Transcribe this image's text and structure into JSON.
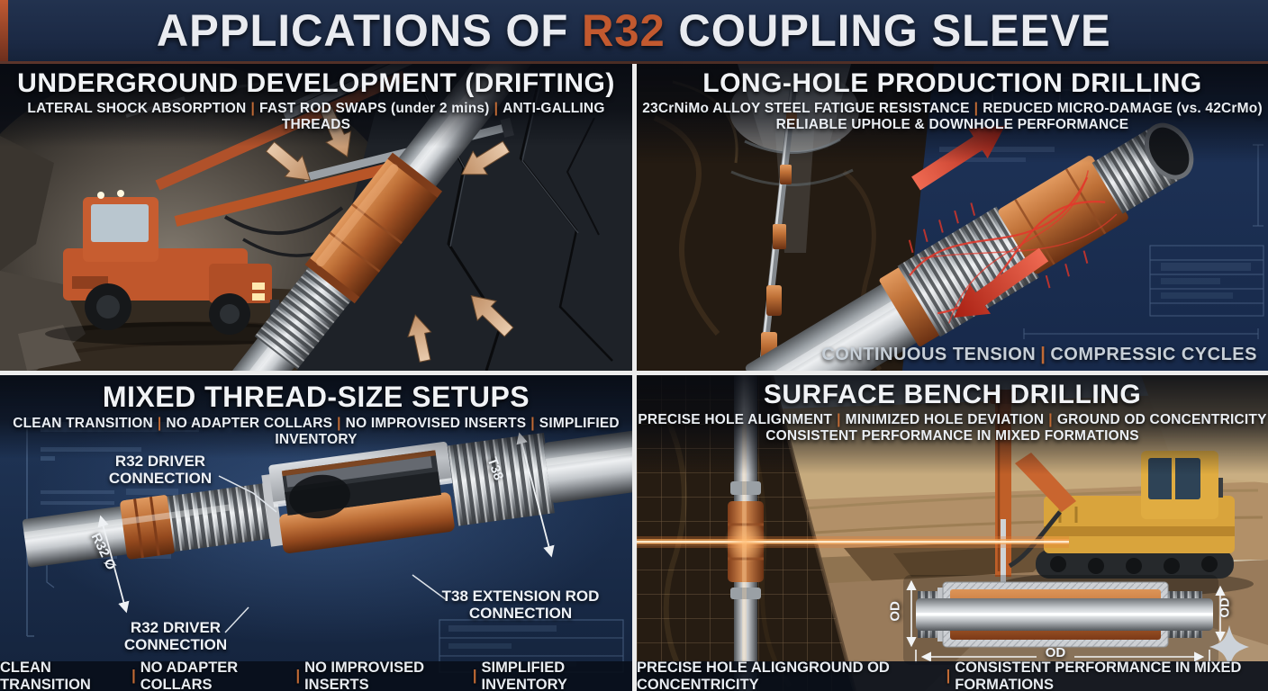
{
  "sep": "|",
  "title": {
    "prefix": "APPLICATIONS OF",
    "highlight": "R32",
    "suffix": "COUPLING SLEEVE"
  },
  "colors": {
    "accent": "#c2592f",
    "background": "#1d2c47",
    "copper": "#b4642f",
    "steel": "#c7cbd0",
    "alert_red": "#cf3a2a"
  },
  "quadrants": {
    "underground": {
      "title": "UNDERGROUND DEVELOPMENT (DRIFTING)",
      "features": [
        "LATERAL SHOCK ABSORPTION",
        "FAST ROD SWAPS (under 2 mins)",
        "ANTI-GALLING THREADS"
      ]
    },
    "longhole": {
      "title": "LONG-HOLE PRODUCTION DRILLING",
      "features_line1": [
        "23CrNiMo ALLOY STEEL FATIGUE RESISTANCE",
        "REDUCED MICRO-DAMAGE (vs. 42CrMo)"
      ],
      "features_line2": "RELIABLE UPHOLE & DOWNHOLE PERFORMANCE",
      "caption": [
        "CONTINUOUS TENSION",
        "COMPRESSIC CYCLES"
      ]
    },
    "mixed_thread": {
      "title": "MIXED THREAD-SIZE SETUPS",
      "features": [
        "CLEAN TRANSITION",
        "NO ADAPTER COLLARS",
        "NO IMPROVISED INSERTS",
        "SIMPLIFIED INVENTORY"
      ],
      "labels": {
        "driver_top_line1": "R32 DRIVER",
        "driver_top_line2": "CONNECTION",
        "r32_diameter": "R32 Ø",
        "t38_dimension": "T38",
        "t38_ext_line1": "T38 EXTENSION ROD",
        "t38_ext_line2": "CONNECTION",
        "driver_bottom_line1": "R32 DRIVER",
        "driver_bottom_line2": "CONNECTION"
      },
      "footer": [
        "CLEAN TRANSITION",
        "NO ADAPTER COLLARS",
        "NO IMPROVISED INSERTS",
        "SIMPLIFIED INVENTORY"
      ]
    },
    "surface": {
      "title": "SURFACE BENCH DRILLING",
      "features_line1": [
        "PRECISE HOLE ALIGNMENT",
        "MINIMIZED HOLE DEVIATION",
        "GROUND OD CONCENTRICITY"
      ],
      "features_line2": "CONSISTENT PERFORMANCE IN MIXED FORMATIONS",
      "labels": {
        "od_left": "OD",
        "od_right": "OD",
        "od_bottom": "OD"
      },
      "footer": [
        "PRECISE HOLE ALIGNGROUND OD CONCENTRICITY",
        "CONSISTENT PERFORMANCE IN MIXED FORMATIONS"
      ]
    }
  }
}
